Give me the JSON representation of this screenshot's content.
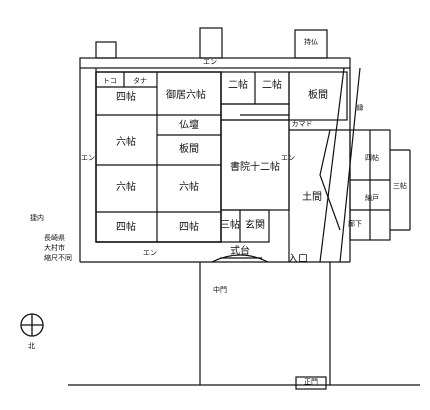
{
  "rooms": {
    "shiden": "持仏",
    "toko": "トコ",
    "tana": "タナ",
    "yojo_1": "四帖",
    "kyuden_6": "御居六帖",
    "nijo_1": "二帖",
    "nijo_2": "二帖",
    "itama_1": "板間",
    "rokujo_1": "六帖",
    "butsudan": "仏壇",
    "itama_2": "板間",
    "shoin_12": "書院十二帖",
    "rokujo_2": "六帖",
    "rokujo_3": "六帖",
    "yojo_2": "四帖",
    "yojo_3": "四帖",
    "nijo_3": "三帖",
    "genkan": "玄関",
    "shikidai": "式台",
    "doma": "土間",
    "iriguchi": "入口",
    "nando": "納戸",
    "yojo_4": "四帖",
    "sanjo": "三帖",
    "kamachi": "カマド",
    "en_1": "エン",
    "en_2": "エン",
    "en_3": "エン",
    "en_top": "エン",
    "ken": "縁",
    "rouka": "廊下",
    "naka_mon": "中門",
    "kita": "北",
    "shomon": "正門"
  },
  "notes": {
    "location_1": "捷内",
    "location_2": "長崎県",
    "location_3": "大村市",
    "scale_note": "縮尺不同"
  },
  "compass_label": "北"
}
